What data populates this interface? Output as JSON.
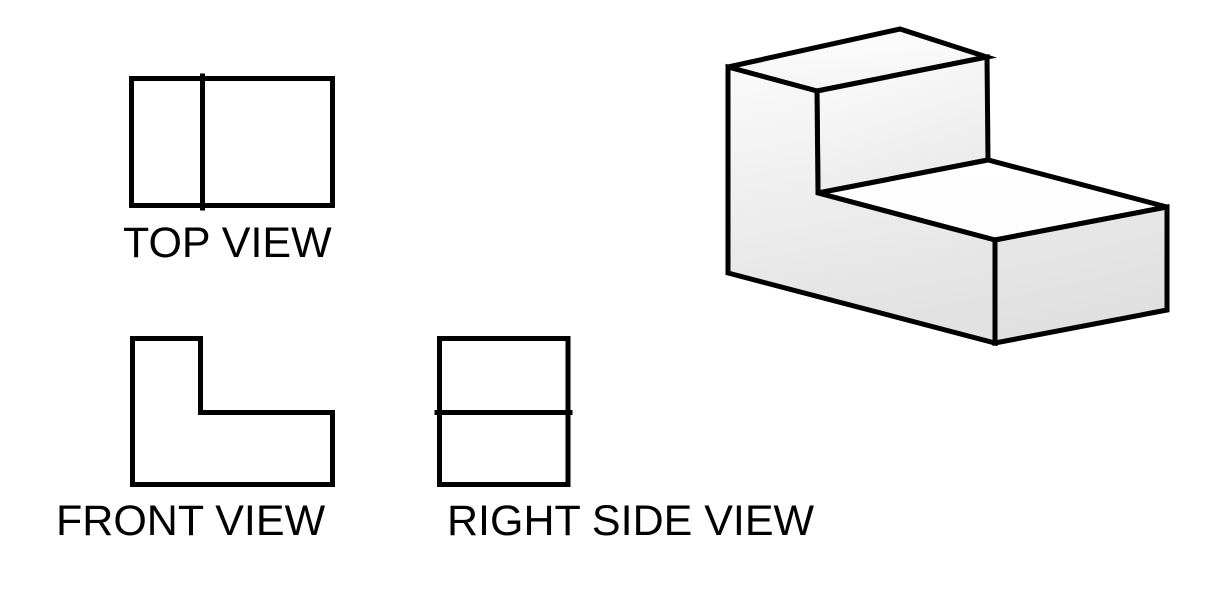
{
  "colors": {
    "background": "#ffffff",
    "line": "#000000",
    "face_white": "#ffffff",
    "face_light_gray": "#f7f7f7",
    "face_shaded_gray": "#e2e2e2"
  },
  "views": {
    "top": {
      "label": "TOP VIEW"
    },
    "front": {
      "label": "FRONT VIEW"
    },
    "right_side": {
      "label": "RIGHT SIDE VIEW"
    }
  }
}
